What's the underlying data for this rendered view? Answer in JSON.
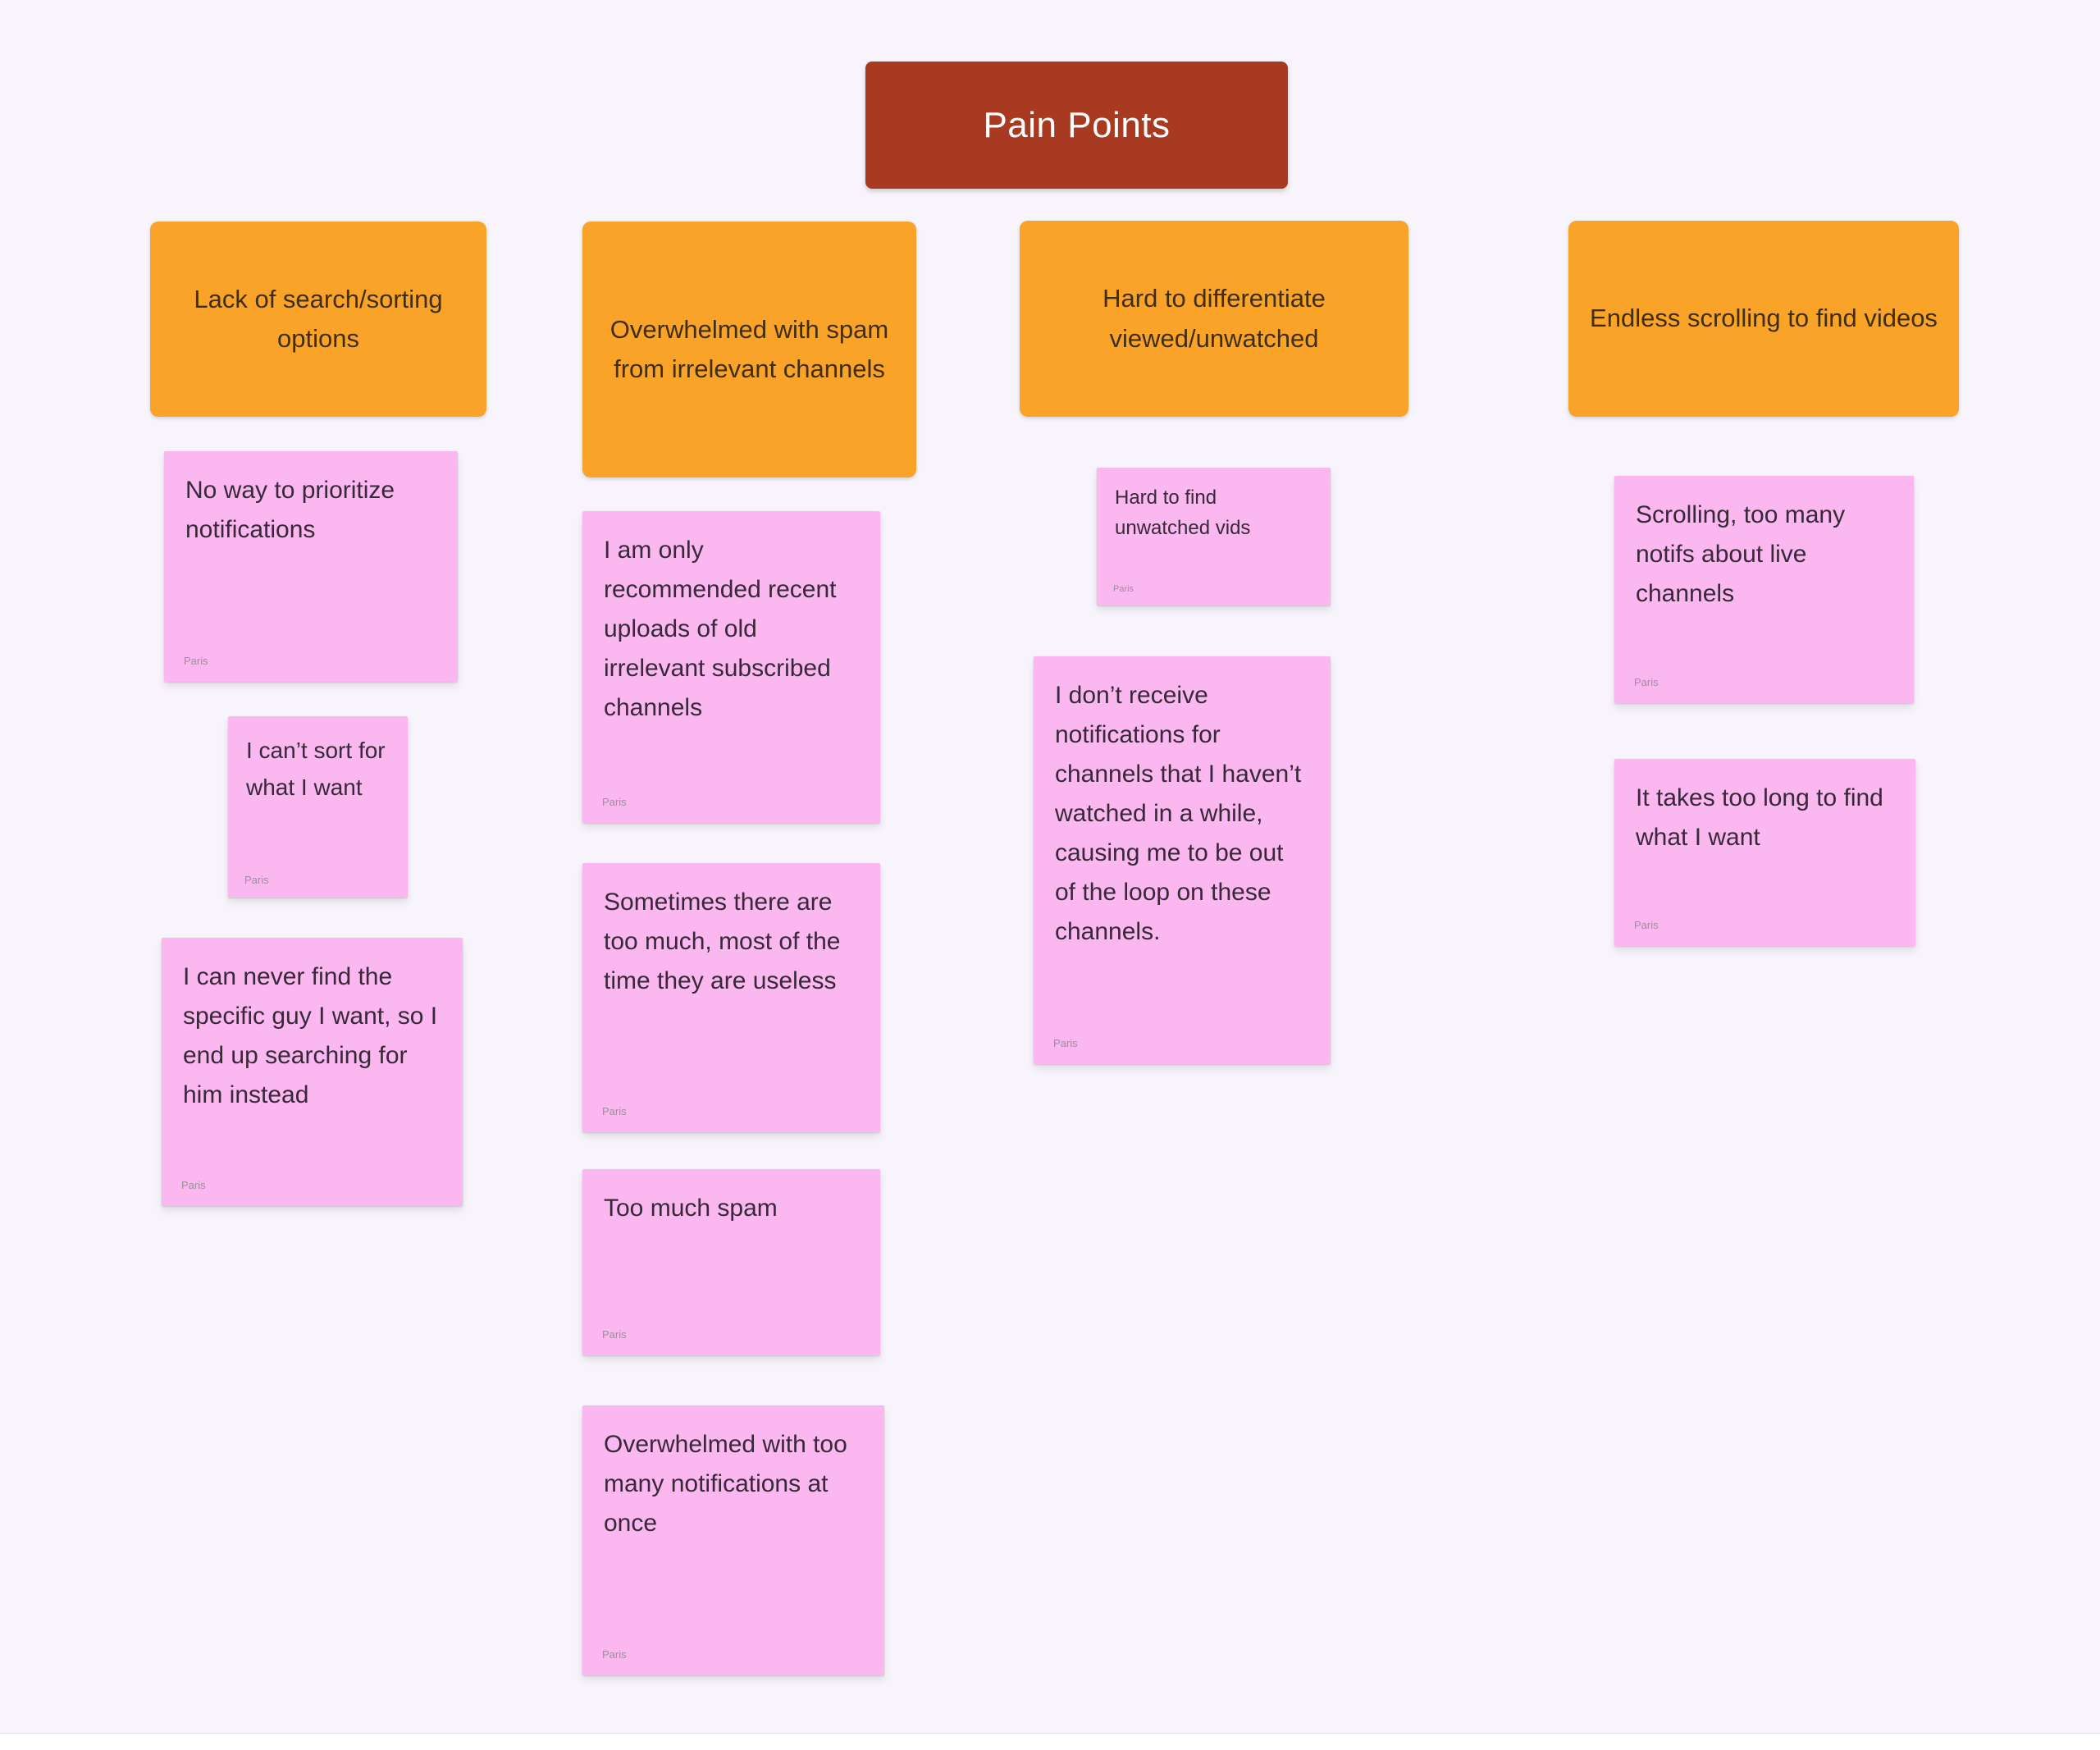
{
  "board": {
    "title": "Pain Points"
  },
  "colors": {
    "canvas_bg": "#F8F4FB",
    "title_bg": "#A73A21",
    "title_text": "#FFFFFF",
    "header_bg": "#FAA329",
    "header_text": "#3F2E11",
    "note_bg": "#FBB7EF",
    "note_text": "#372939",
    "author_text": "#9C8F9D"
  },
  "columns": [
    {
      "header": "Lack of search/sorting options",
      "notes": [
        {
          "text": "No way to prioritize notifications",
          "author": "Paris"
        },
        {
          "text": "I can’t sort for what I want",
          "author": "Paris"
        },
        {
          "text": "I can never find the specific guy I want, so I end up searching for him instead",
          "author": "Paris"
        }
      ]
    },
    {
      "header": "Overwhelmed with spam from irrelevant channels",
      "notes": [
        {
          "text": "I am only recommended recent uploads of old irrelevant subscribed channels",
          "author": "Paris"
        },
        {
          "text": "Sometimes there are too much, most of the time they are useless",
          "author": "Paris"
        },
        {
          "text": "Too much spam",
          "author": "Paris"
        },
        {
          "text": "Overwhelmed with too many notifications at once",
          "author": "Paris"
        }
      ]
    },
    {
      "header": "Hard to differentiate viewed/unwatched",
      "notes": [
        {
          "text": "Hard to find unwatched vids",
          "author": "Paris"
        },
        {
          "text": "I don’t receive notifications for channels that I haven’t watched in a while, causing me to be out of the loop on these channels.",
          "author": "Paris"
        }
      ]
    },
    {
      "header": "Endless scrolling to find videos",
      "notes": [
        {
          "text": "Scrolling, too many notifs about live channels",
          "author": "Paris"
        },
        {
          "text": "It takes too long to find what I want",
          "author": "Paris"
        }
      ]
    }
  ]
}
